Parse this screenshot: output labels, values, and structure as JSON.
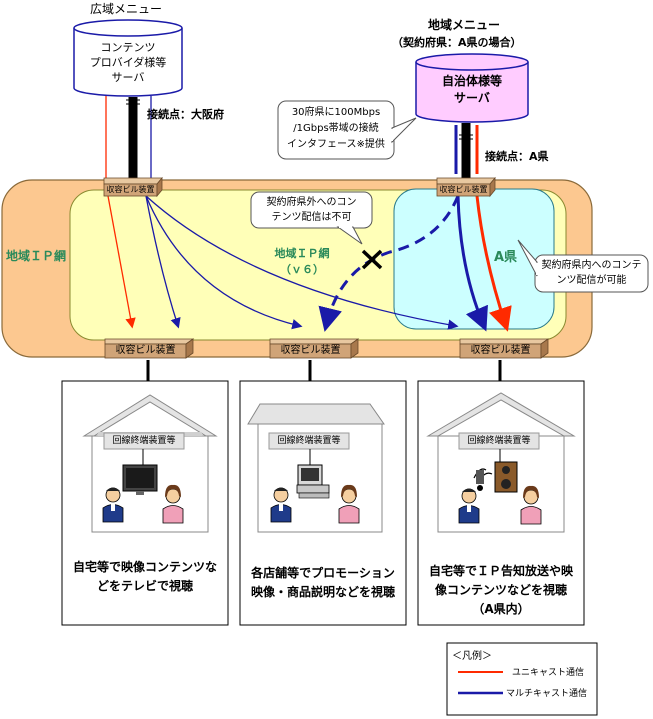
{
  "top_left": {
    "menu_title": "広域メニュー",
    "server_lines": [
      "コンテンツ",
      "プロバイダ様等",
      "サーバ"
    ],
    "connection_label": "接続点：大阪府"
  },
  "top_right": {
    "menu_title": "地域メニュー",
    "menu_subtitle": "（契約府県：A県の場合）",
    "server_lines": [
      "自治体様等",
      "サーバ"
    ],
    "connection_label": "接続点：A県"
  },
  "callouts": {
    "bandwidth_lines": [
      "30府県に100Mbps",
      "/1Gbps帯域の接続",
      "インタフェース※提供"
    ],
    "outside_lines": [
      "契約府県外へのコン",
      "テンツ配信は不可"
    ],
    "inside_lines": [
      "契約府県内へのコンテ",
      "ンツ配信が可能"
    ]
  },
  "network": {
    "regional_ip_label": "地域ＩＰ網",
    "v6_lines": [
      "地域ＩＰ網",
      "（ｖ６）"
    ],
    "prefecture_label": "A県",
    "node_label": "収容ビル装置"
  },
  "houses": [
    {
      "equipment": "回線終端装置等",
      "device": "tv-icon",
      "caption_lines": [
        "自宅等で映像コンテンツな",
        "どをテレビで視聴"
      ]
    },
    {
      "equipment": "回線終端装置等",
      "device": "pc-icon",
      "caption_lines": [
        "各店舗等でプロモーション",
        "映像・商品説明などを視聴"
      ]
    },
    {
      "equipment": "回線終端装置等",
      "device": "speaker-icon",
      "caption_lines": [
        "自宅等でＩＰ告知放送や映",
        "像コンテンツなどを視聴",
        "（A県内）"
      ]
    }
  ],
  "legend": {
    "title": "＜凡例＞",
    "items": [
      {
        "label": "ユニキャスト通信",
        "color": "#ff2a00"
      },
      {
        "label": "マルチキャスト通信",
        "color": "#1a1aa8"
      }
    ]
  },
  "colors": {
    "outer_net": "#fcc890",
    "v6_net": "#ffffb8",
    "pref_net": "#ccffff",
    "green_text": "#2a8a5a",
    "unicast": "#ff2a00",
    "multicast": "#1a1aa8",
    "server_left": "#ffffff",
    "server_right": "#ffccff"
  }
}
